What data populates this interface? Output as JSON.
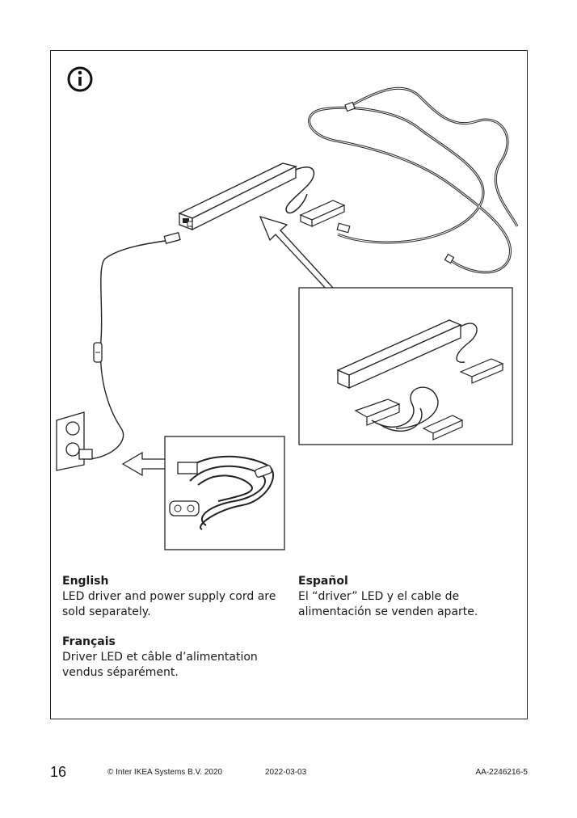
{
  "icons": {
    "info": "info-circle-icon"
  },
  "languages": [
    {
      "heading": "English",
      "text": "LED driver and power supply cord are sold separately."
    },
    {
      "heading": "Français",
      "text": "Driver LED et câble d’alimentation vendus séparément."
    },
    {
      "heading": "Español",
      "text": "El “driver” LED y el cable de alimentación se venden aparte."
    }
  ],
  "footer": {
    "page_number": "16",
    "copyright": "© Inter IKEA Systems B.V. 2020",
    "date": "2022-03-03",
    "doc_id": "AA-2246216-5"
  }
}
